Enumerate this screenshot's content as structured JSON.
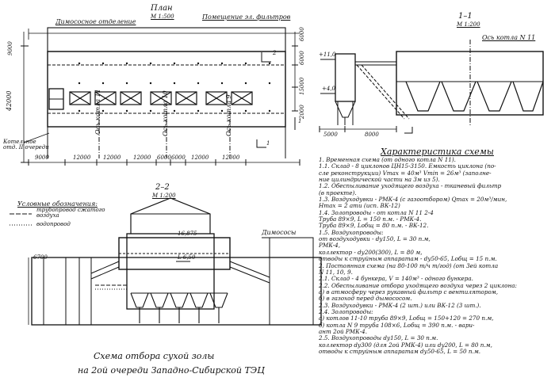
{
  "plan": {
    "title": "План",
    "scale": "М 1:500",
    "label_smoke_exhaust": "Димососное отделение",
    "label_filter_room": "Помещение эл. фильтров",
    "label_boiler_dept": "Котельное отд. II очереди",
    "boiler_axes": [
      "Ось котла 11",
      "Ось котла 10",
      "Ось котла 9"
    ],
    "section_marks": [
      "2",
      "1",
      "1"
    ],
    "dim_total": "42000",
    "dim_top": "9000",
    "dims_bottom": [
      "9000",
      "12000",
      "12000",
      "12000",
      "6000",
      "6000",
      "12000",
      "12000"
    ],
    "dims_right": [
      "6000",
      "6000",
      "15000",
      "2000"
    ]
  },
  "section11": {
    "title": "1–1",
    "scale": "М 1:200",
    "axis_label": "Ось котла N 11",
    "elev_top": "+11,0",
    "elev_mid": "+4,0",
    "dims": [
      "5000",
      "8000"
    ]
  },
  "section22": {
    "title": "2–2",
    "scale": "М 1:200",
    "elev_roof": "16,875",
    "elev_mid": "L 6,50",
    "label_smoke": "Димососы",
    "dim": "6700"
  },
  "legend": {
    "title": "Условные обозначения:",
    "items": [
      "трубопровод сжатого воздуха",
      "водопровод"
    ]
  },
  "caption": {
    "line1": "Схема отбора сухой золы",
    "line2": "на 2ой очереди Западно-Сибирской ТЭЦ"
  },
  "spec": {
    "title": "Характеристика схемы",
    "lines": [
      "1. Временная схема (от одного котла N 11).",
      "1.1. Склад - 8 циклонов ЦН15-3150. Емкость циклона (по-",
      "     сле реконструкции) Vmax = 40м³ Vmin = 26м³ (заполне-",
      "     ние цилиндрической части на 3м из 5).",
      "1.2. Обеспыливание уходящего воздуха - тканевый фильтр",
      "     (в проекте).",
      "1.3. Воздуходувки - РМК-4 (с газоотбором) Qmax = 20м³/мин,",
      "     Hmax = 2 ати (исп. ВК-12)",
      "1.4. Золопроводы - от котла N 11    2-4",
      "     Труба 89×9,  L = 150 п.м. - РМК-4.",
      "     Труба 89×9,  Lобщ = 80 п.м. - ВК-12.",
      "1.5. Воздухопроводы:",
      "     от воздуходувки - dу150, L = 30 п.м,",
      "     РМК-4,",
      "     коллектор - dу200(300), L = 80 м,",
      "     отводы к струйным аппаратам - dу50-65, Lобщ = 15 п.м.",
      "2. Постоянная схема (на 80-100 т/ч т/год) (от 3ей котла",
      "     N 11, 10, 9.",
      "2.1. Склад - 4 бункера, V = 140м³ - одного бункера.",
      "2.2. Обеспыливание отбора уходящего воздуха через 2 циклона:",
      "     а) в атмосферу через рукавный фильтр с вентилятором,",
      "     б) в газоход перед дымососом.",
      "2.3. Воздуходувки - РМК-4 (2 шт.) или ВК-12 (3 шт.).",
      "2.4. Золопроводы:",
      "     а) котлов 11-10  труба 89×9, Lобщ = 150+120 = 270 п.м,",
      "     б) котла N 9  труба 108×6, Lобщ = 390 п.м. - вари-",
      "        ант 2ой РМК-4.",
      "2.5. Воздухопроводы  dу150,  L = 30 п.м.",
      "     коллектор  dу300 (для 2ой РМК-4) или dу200, L = 80 п.м,",
      "     отводы к струйным аппаратам dу50-65, L = 50 п.м."
    ]
  }
}
